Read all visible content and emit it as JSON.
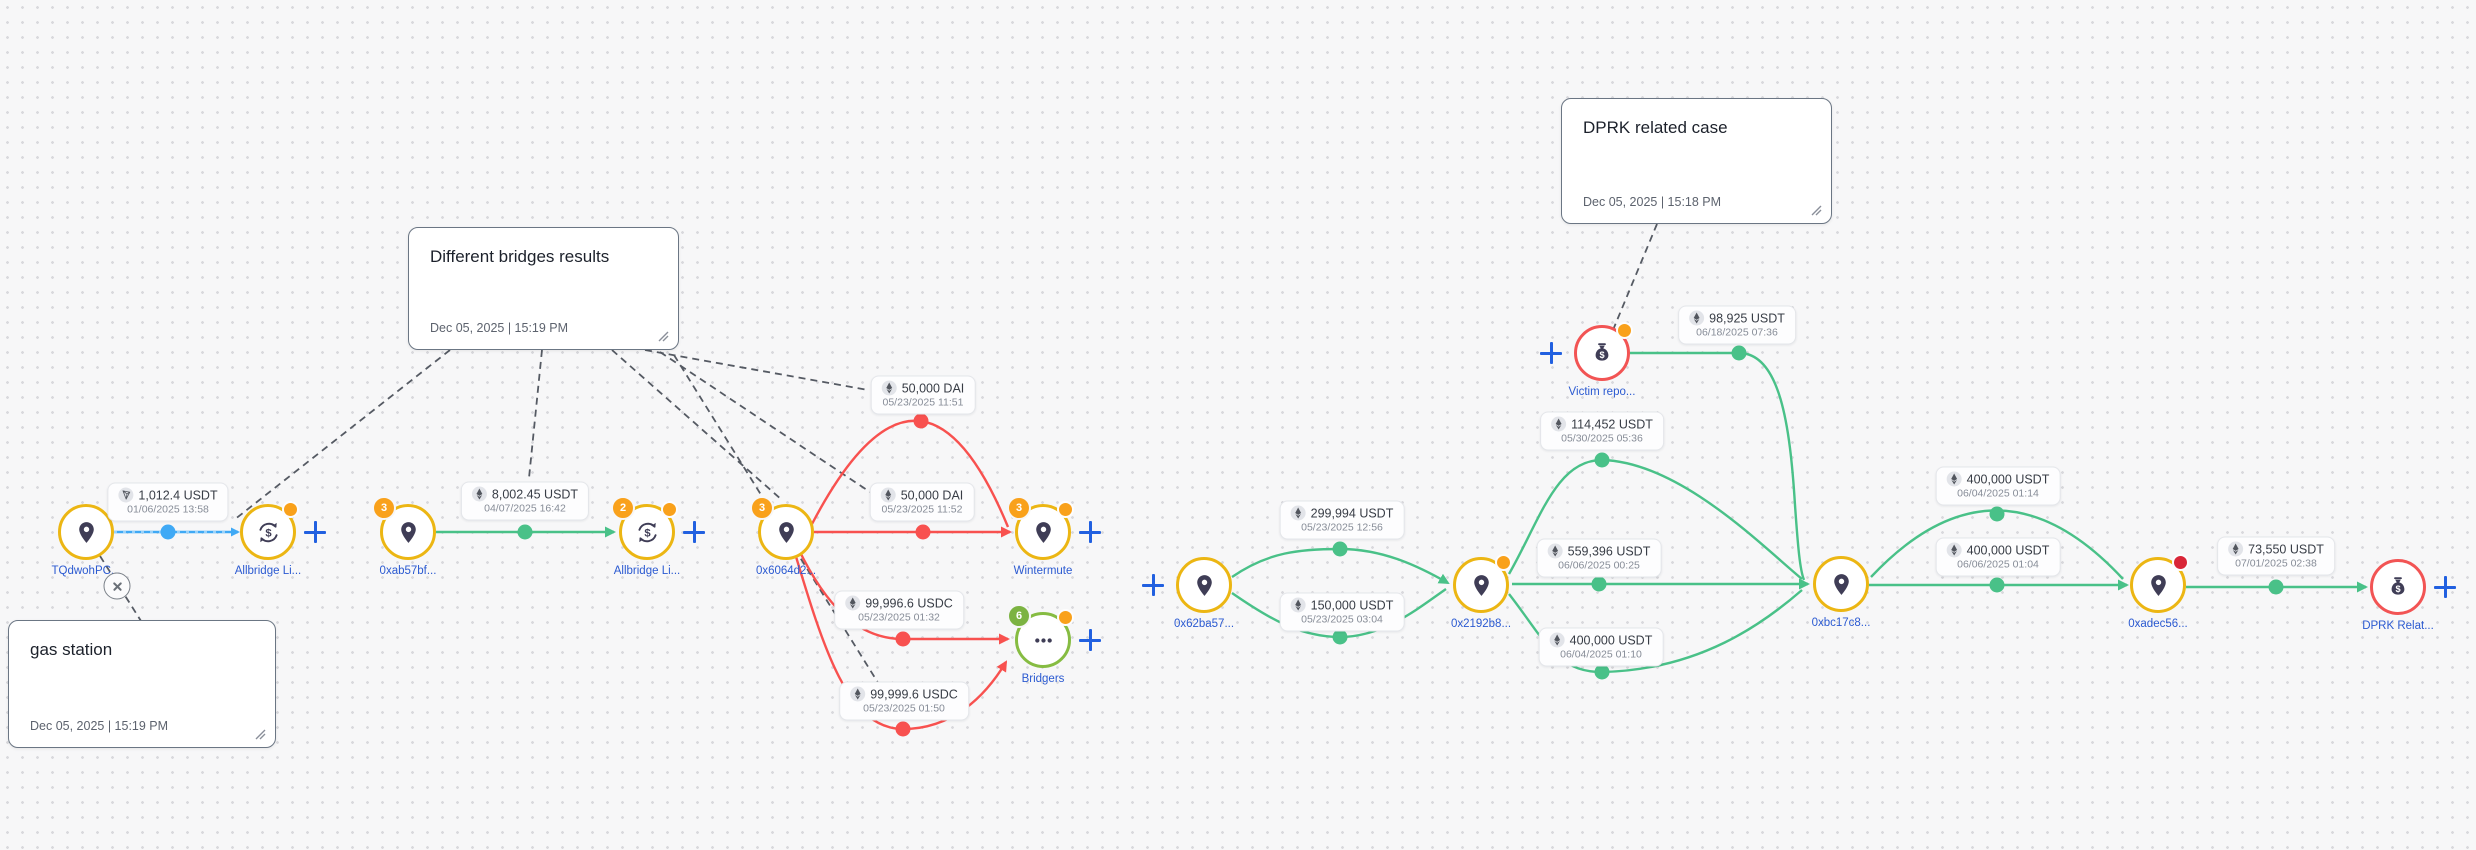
{
  "notes": [
    {
      "title": "gas station",
      "timestamp": "Dec 05, 2025 | 15:19 PM"
    },
    {
      "title": "Different bridges results",
      "timestamp": "Dec 05, 2025 | 15:19 PM"
    },
    {
      "title": "DPRK related case",
      "timestamp": "Dec 05, 2025 | 15:18 PM"
    }
  ],
  "nodes": [
    {
      "label": "TQdwohPC...",
      "icon": "location-pin"
    },
    {
      "label": "Allbridge Li...",
      "icon": "swap",
      "alert_dot": "orange"
    },
    {
      "label": "0xab57bf...",
      "icon": "location-pin",
      "badge": "3"
    },
    {
      "label": "Allbridge Li...",
      "icon": "swap",
      "badge": "2",
      "alert_dot": "orange"
    },
    {
      "label": "0x6064d2...",
      "icon": "location-pin",
      "badge": "3"
    },
    {
      "label": "Wintermute",
      "icon": "location-pin",
      "badge": "3",
      "alert_dot": "orange"
    },
    {
      "label": "Bridgers",
      "icon": "ellipsis",
      "badge": "6",
      "alert_dot": "orange"
    },
    {
      "label": "Victim repo...",
      "icon": "money-bag",
      "alert_dot": "orange"
    },
    {
      "label": "0x62ba57...",
      "icon": "location-pin"
    },
    {
      "label": "0x2192b8...",
      "icon": "location-pin",
      "alert_dot": "orange"
    },
    {
      "label": "0xbc17c8...",
      "icon": "location-pin"
    },
    {
      "label": "0xadec56...",
      "icon": "location-pin",
      "alert_dot": "red"
    },
    {
      "label": "DPRK Relat...",
      "icon": "money-bag"
    }
  ],
  "edge_labels": [
    {
      "amount": "1,012.4 USDT",
      "datetime": "01/06/2025 13:58",
      "chain": "tron"
    },
    {
      "amount": "8,002.45 USDT",
      "datetime": "04/07/2025 16:42",
      "chain": "ethereum"
    },
    {
      "amount": "50,000 DAI",
      "datetime": "05/23/2025 11:51",
      "chain": "ethereum"
    },
    {
      "amount": "50,000 DAI",
      "datetime": "05/23/2025 11:52",
      "chain": "ethereum"
    },
    {
      "amount": "99,996.6 USDC",
      "datetime": "05/23/2025 01:32",
      "chain": "ethereum"
    },
    {
      "amount": "99,999.6 USDC",
      "datetime": "05/23/2025 01:50",
      "chain": "ethereum"
    },
    {
      "amount": "98,925 USDT",
      "datetime": "06/18/2025 07:36",
      "chain": "ethereum"
    },
    {
      "amount": "299,994 USDT",
      "datetime": "05/23/2025 12:56",
      "chain": "ethereum"
    },
    {
      "amount": "150,000 USDT",
      "datetime": "05/23/2025 03:04",
      "chain": "ethereum"
    },
    {
      "amount": "114,452 USDT",
      "datetime": "05/30/2025 05:36",
      "chain": "ethereum"
    },
    {
      "amount": "559,396 USDT",
      "datetime": "06/06/2025 00:25",
      "chain": "ethereum"
    },
    {
      "amount": "400,000 USDT",
      "datetime": "06/04/2025 01:10",
      "chain": "ethereum"
    },
    {
      "amount": "400,000 USDT",
      "datetime": "06/04/2025 01:14",
      "chain": "ethereum"
    },
    {
      "amount": "400,000 USDT",
      "datetime": "06/06/2025 01:04",
      "chain": "ethereum"
    },
    {
      "amount": "73,550 USDT",
      "datetime": "07/01/2025 02:38",
      "chain": "ethereum"
    }
  ],
  "colors": {
    "edge_blue": "#3fa9f5",
    "edge_green": "#49c188",
    "edge_red": "#f8514f",
    "node_ring_yellow": "#ecb613",
    "node_ring_green": "#86bc42",
    "node_ring_red": "#f25454",
    "badge_orange": "#f9a11b",
    "badge_green": "#7cb342",
    "alert_dot_red": "#d92638",
    "node_label_blue": "#2b5ad1"
  }
}
